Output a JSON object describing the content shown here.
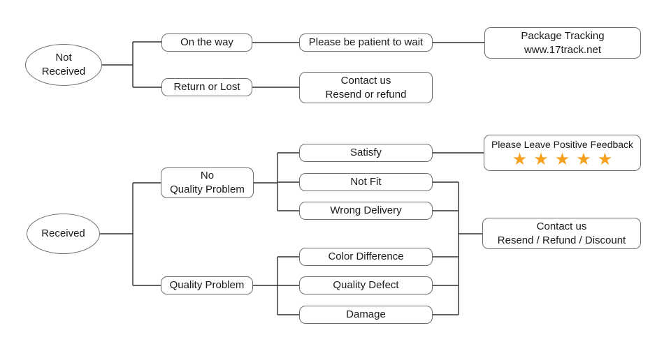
{
  "colors": {
    "box_border": "#6e6e6e",
    "connector": "#2f2f2f",
    "text": "#1a1a1a",
    "star": "#f5a01e",
    "background": "#ffffff"
  },
  "flows": {
    "not_received": {
      "root": "Not\nReceived",
      "branches": {
        "on_the_way": "On the way",
        "return_or_lost": "Return or Lost"
      },
      "outcomes": {
        "be_patient": "Please be patient to wait",
        "package_tracking": "Package Tracking\nwww.17track.net",
        "contact": "Contact us\nResend or refund"
      }
    },
    "received": {
      "root": "Received",
      "branches": {
        "no_quality_problem": "No\nQuality Problem",
        "quality_problem": "Quality Problem"
      },
      "reasons": {
        "satisfy": "Satisfy",
        "not_fit": "Not Fit",
        "wrong_delivery": "Wrong Delivery",
        "color_difference": "Color Difference",
        "quality_defect": "Quality Defect",
        "damage": "Damage"
      },
      "outcomes": {
        "feedback": {
          "label": "Please Leave Positive Feedback",
          "stars": "★★★★★",
          "star_count": 5
        },
        "contact": "Contact us\nResend / Refund / Discount"
      }
    }
  }
}
